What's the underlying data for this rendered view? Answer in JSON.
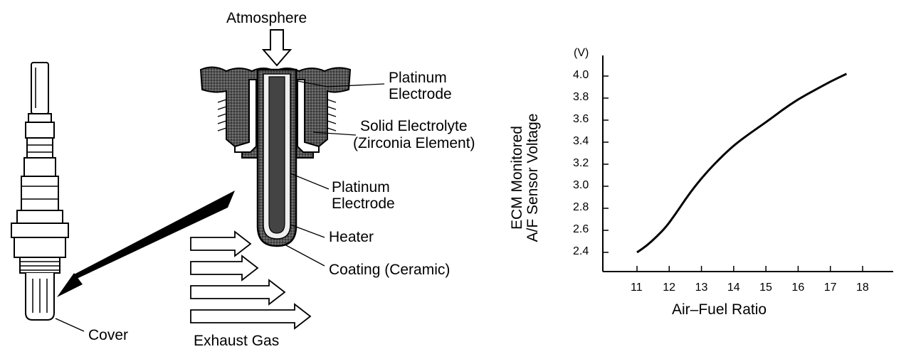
{
  "diagram": {
    "atmosphere_label": "Atmosphere",
    "platinum_electrode_outer": [
      "Platinum",
      "Electrode"
    ],
    "solid_electrolyte": [
      "Solid Electrolyte",
      "(Zirconia Element)"
    ],
    "platinum_electrode_inner": [
      "Platinum",
      "Electrode"
    ],
    "heater_label": "Heater",
    "coating_label": "Coating (Ceramic)",
    "cover_label": "Cover",
    "exhaust_gas_label": "Exhaust Gas"
  },
  "chart_data": {
    "type": "line",
    "title": "",
    "xlabel": "Air–Fuel Ratio",
    "ylabel": [
      "ECM Monitored",
      "A/F Sensor Voltage"
    ],
    "y_unit": "(V)",
    "xlim": [
      11,
      18
    ],
    "ylim": [
      2.4,
      4.0
    ],
    "x_ticks": [
      "11",
      "12",
      "13",
      "14",
      "15",
      "16",
      "17",
      "18"
    ],
    "y_ticks": [
      "2.4",
      "2.6",
      "2.8",
      "3.0",
      "3.2",
      "3.4",
      "3.6",
      "3.8",
      "4.0"
    ],
    "grid": false,
    "series": [
      {
        "x": [
          11.0,
          11.3,
          11.6,
          11.9,
          12.2,
          12.5,
          12.8,
          13.2,
          13.6,
          14.0,
          14.5,
          15.0,
          15.5,
          16.0,
          16.5,
          17.0,
          17.5
        ],
        "y": [
          2.4,
          2.46,
          2.54,
          2.63,
          2.75,
          2.88,
          3.0,
          3.14,
          3.26,
          3.37,
          3.48,
          3.58,
          3.69,
          3.79,
          3.87,
          3.95,
          4.02
        ]
      }
    ]
  }
}
